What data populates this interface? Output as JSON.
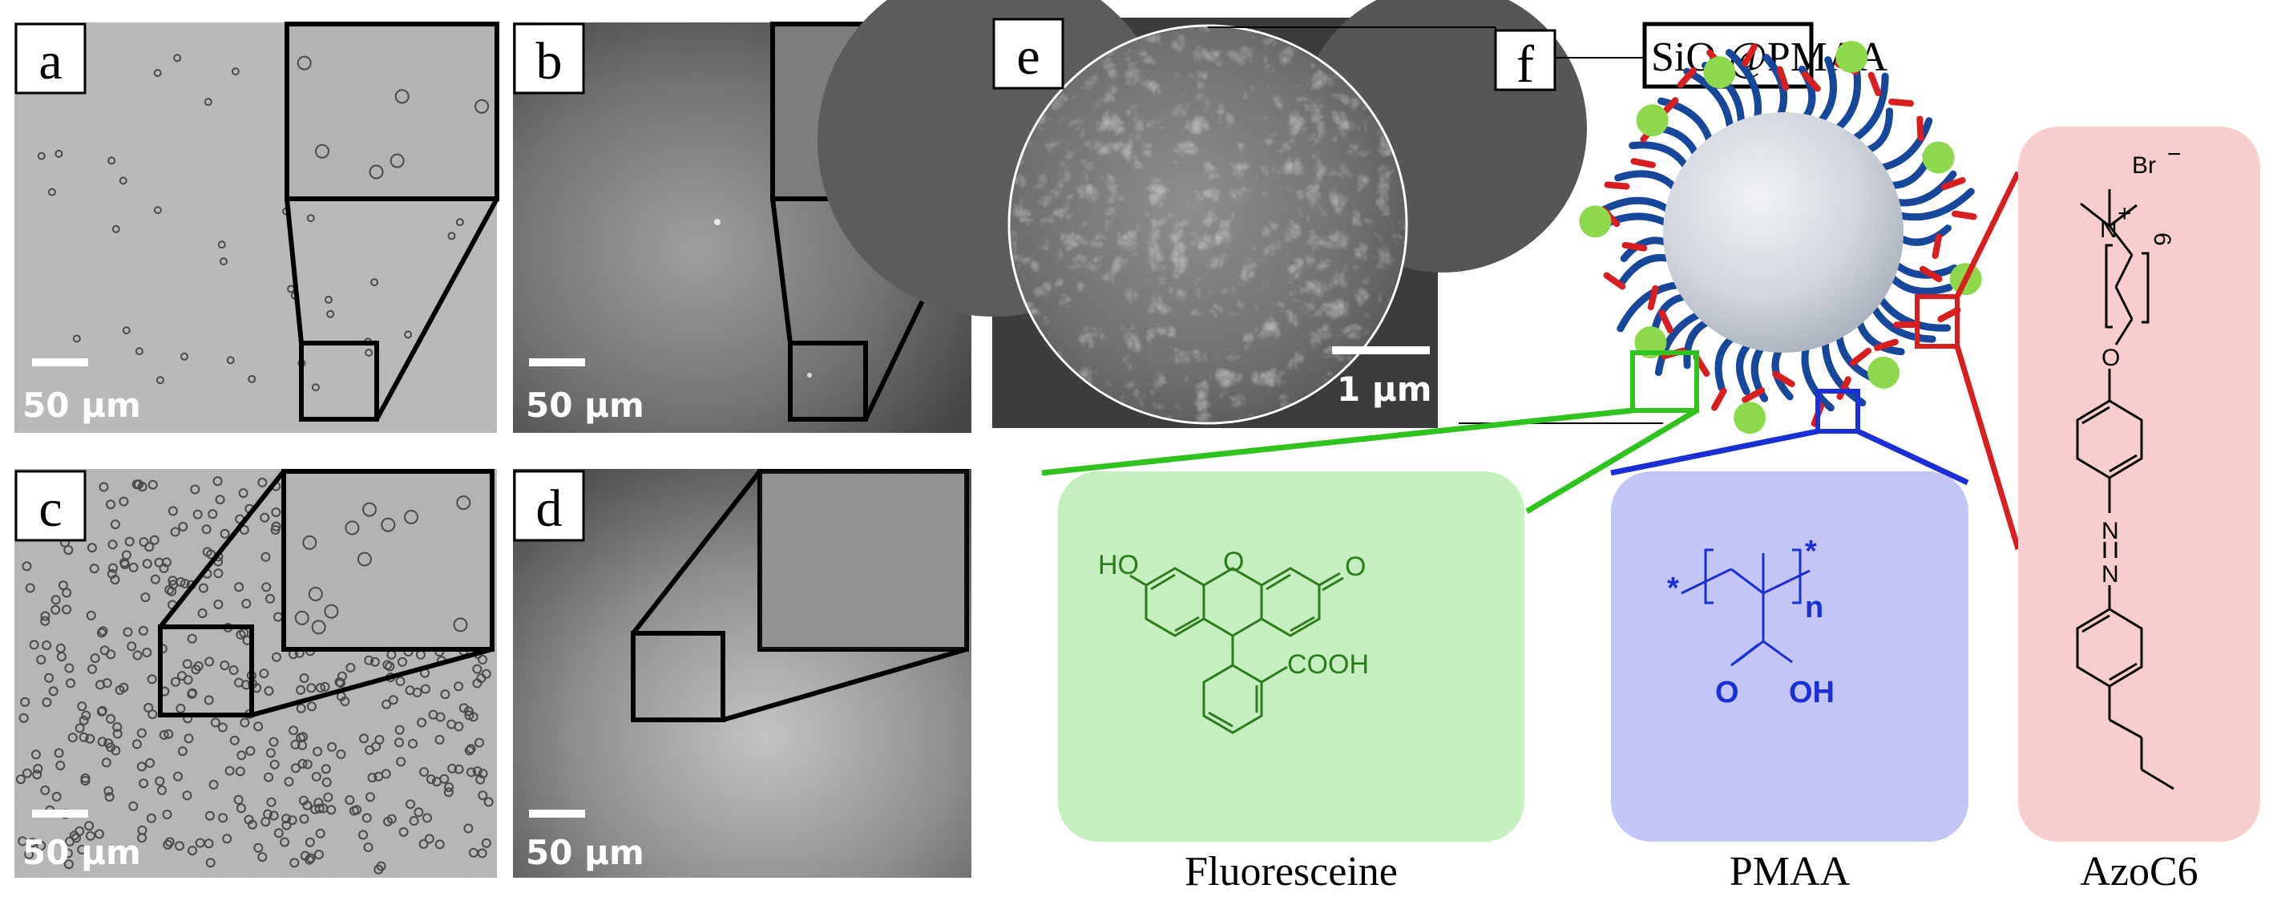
{
  "panels": {
    "a": {
      "letter": "a",
      "scale": "50 μm"
    },
    "b": {
      "letter": "b",
      "scale": "50 μm"
    },
    "c": {
      "letter": "c",
      "scale": "50 μm"
    },
    "d": {
      "letter": "d",
      "scale": "50 μm"
    },
    "e": {
      "letter": "e",
      "scale": "1 μm"
    },
    "f": {
      "letter": "f"
    }
  },
  "particle_label": {
    "prefix": "SiO",
    "sub": "2",
    "suffix": "@PMAA"
  },
  "molecules": {
    "fluoresceine": {
      "caption": "Fluoresceine",
      "color": "#c6efc0",
      "groups": {
        "ho": "HO",
        "ring_o": "O",
        "keto_o": "O",
        "acid": "COOH"
      }
    },
    "pmaa": {
      "caption": "PMAA",
      "color": "#c3c5f7",
      "groups": {
        "star_left": "*",
        "star_right": "*",
        "n": "n",
        "o": "O",
        "oh": "OH"
      }
    },
    "azoc6": {
      "caption": "AzoC6",
      "color": "#f7cdcd",
      "groups": {
        "br": "Br",
        "br_charge": "−",
        "n_plus": "N",
        "plus": "+",
        "chain_n": "6",
        "o": "O",
        "n1": "N",
        "n2": "N"
      }
    }
  },
  "colors": {
    "green": "#2fc41d",
    "blue": "#1a2fd6",
    "red": "#d81e1e",
    "chain": "#17479a",
    "bead": "#8ed84b"
  }
}
